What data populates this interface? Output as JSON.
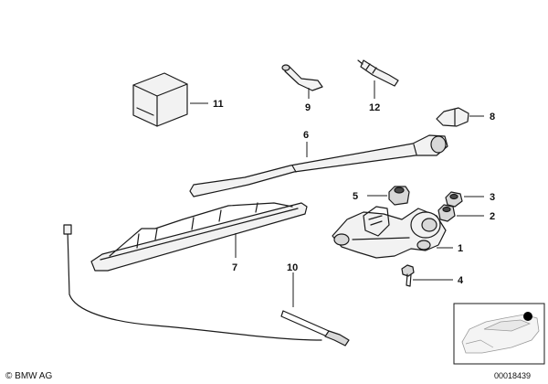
{
  "callouts": {
    "c1": "1",
    "c2": "2",
    "c3": "3",
    "c4": "4",
    "c5": "5",
    "c6": "6",
    "c7": "7",
    "c8": "8",
    "c9": "9",
    "c10": "10",
    "c11": "11",
    "c12": "12"
  },
  "copyright": "© BMW AG",
  "doc_number": "00018439"
}
